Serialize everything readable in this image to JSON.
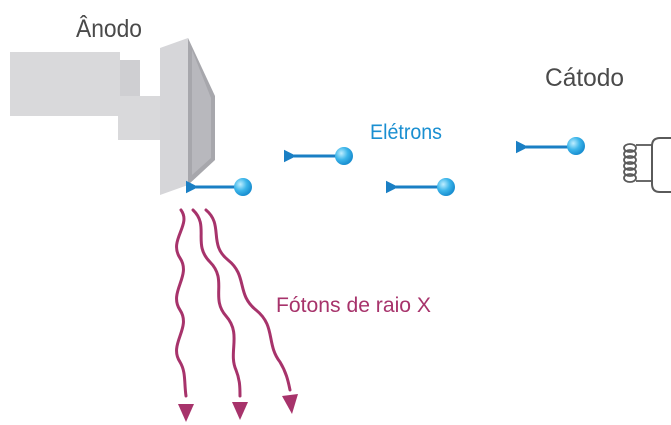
{
  "labels": {
    "anode": "Ânodo",
    "cathode": "Cátodo",
    "electrons": "Elétrons",
    "xray_photons": "Fótons de raio X"
  },
  "colors": {
    "electron": "#1a8fd1",
    "electron_highlight": "#7fd3f7",
    "photon": "#a7336b",
    "anode_body": "#d9d9db",
    "anode_target": "#c2c2c6",
    "text_dark": "#4a4a4a"
  },
  "icons": {
    "electron": "electron-particle-icon",
    "photon": "wavy-arrow-icon",
    "filament": "coil-filament-icon"
  }
}
